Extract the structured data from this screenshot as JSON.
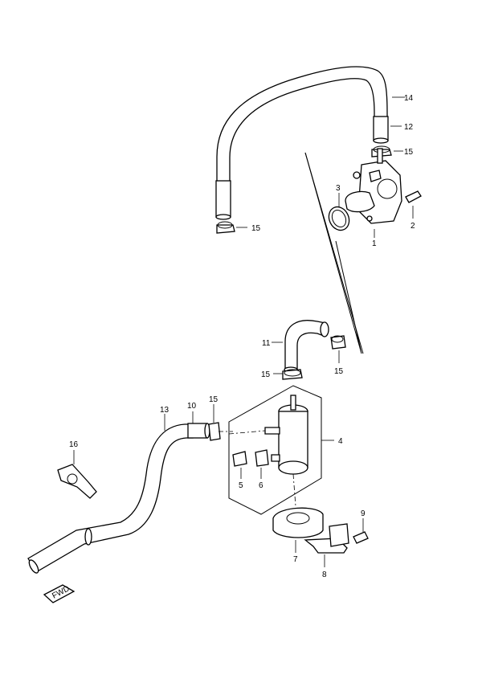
{
  "diagram": {
    "callouts": [
      {
        "id": "c1",
        "text": "1"
      },
      {
        "id": "c2",
        "text": "2"
      },
      {
        "id": "c3",
        "text": "3"
      },
      {
        "id": "c4",
        "text": "4"
      },
      {
        "id": "c5",
        "text": "5"
      },
      {
        "id": "c6",
        "text": "6"
      },
      {
        "id": "c7",
        "text": "7"
      },
      {
        "id": "c8",
        "text": "8"
      },
      {
        "id": "c9",
        "text": "9"
      },
      {
        "id": "c10",
        "text": "10"
      },
      {
        "id": "c11",
        "text": "11"
      },
      {
        "id": "c12",
        "text": "12"
      },
      {
        "id": "c13",
        "text": "13"
      },
      {
        "id": "c14",
        "text": "14"
      },
      {
        "id": "c15a",
        "text": "15"
      },
      {
        "id": "c15b",
        "text": "15"
      },
      {
        "id": "c15c",
        "text": "15"
      },
      {
        "id": "c15d",
        "text": "15"
      },
      {
        "id": "c15e",
        "text": "15"
      },
      {
        "id": "c16",
        "text": "16"
      }
    ],
    "direction_badge": "FWD"
  }
}
